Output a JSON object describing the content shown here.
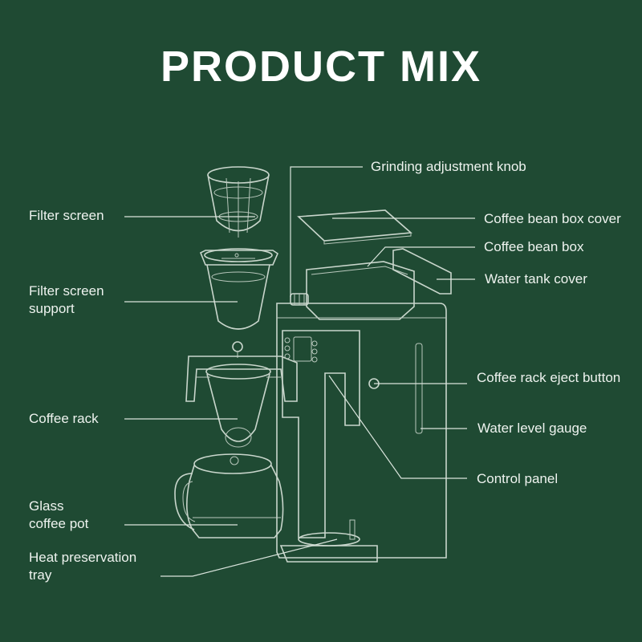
{
  "title": "PRODUCT MIX",
  "labels": {
    "filter_screen": "Filter screen",
    "filter_screen_support_1": "Filter screen",
    "filter_screen_support_2": "support",
    "coffee_rack": "Coffee rack",
    "glass_pot_1": "Glass",
    "glass_pot_2": "coffee pot",
    "heat_tray_1": "Heat preservation",
    "heat_tray_2": "tray",
    "grinding_knob": "Grinding adjustment knob",
    "bean_box_cover": "Coffee bean box cover",
    "bean_box": "Coffee bean box",
    "water_tank_cover": "Water tank cover",
    "rack_eject_button": "Coffee rack eject button",
    "water_level_gauge": "Water level gauge",
    "control_panel": "Control panel"
  },
  "colors": {
    "background": "#1f4a33",
    "text": "#ffffff",
    "outline": "#c9d6cc"
  }
}
